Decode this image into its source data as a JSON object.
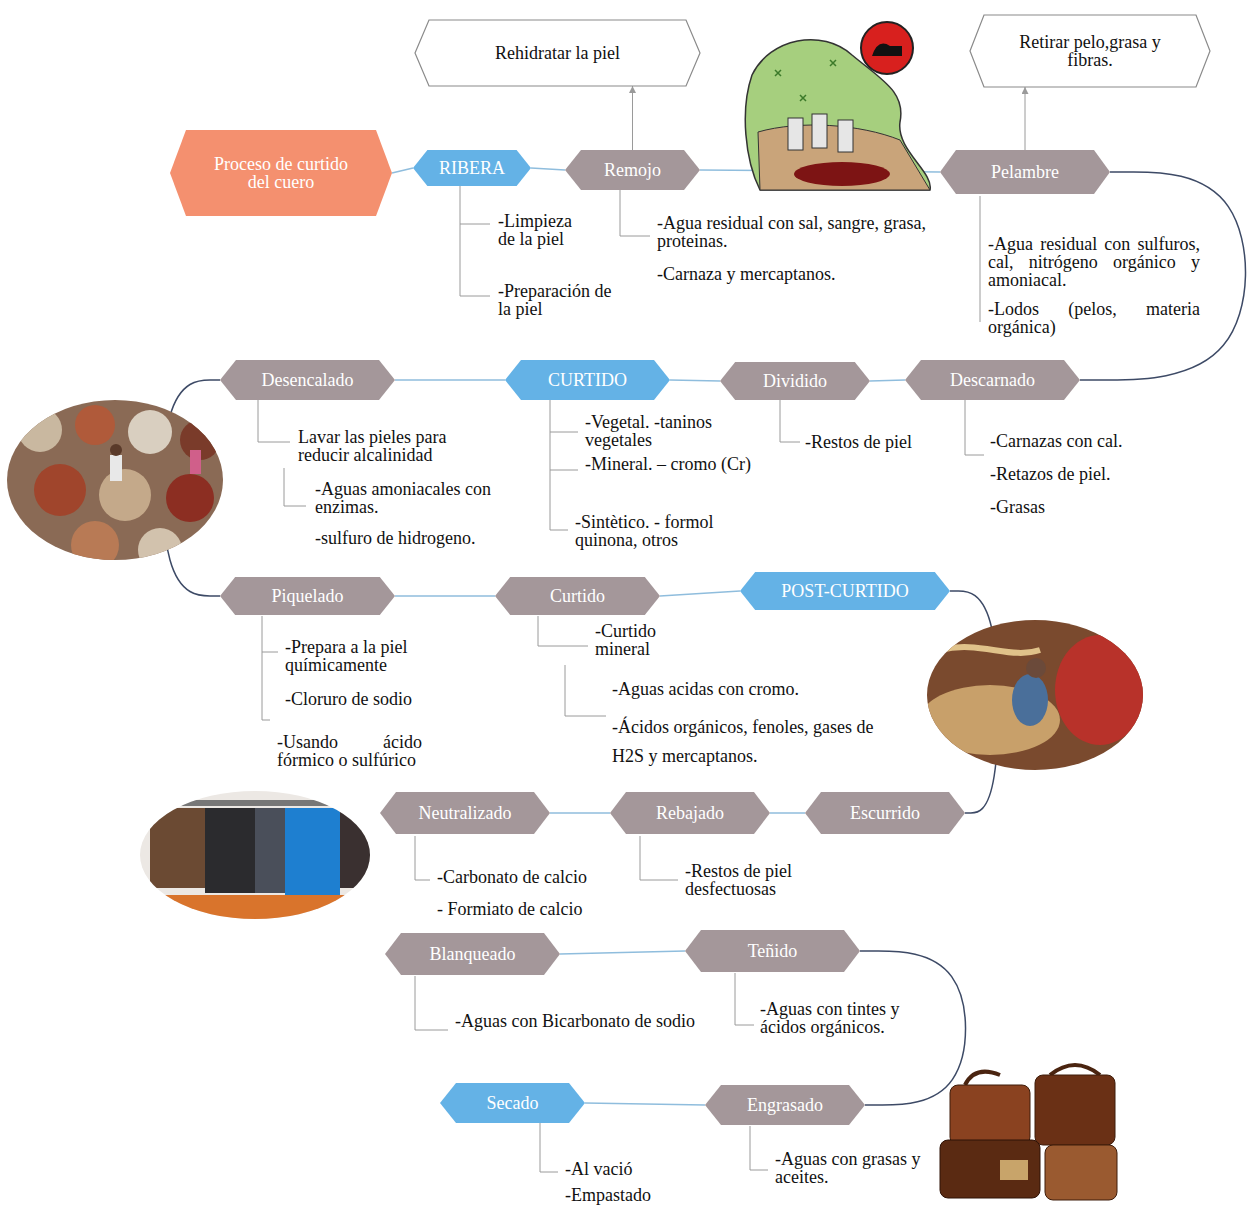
{
  "diagram": {
    "nodes": [
      {
        "text": [
          "Proceso de curtido del cuero"
        ]
      },
      {
        "text": [
          "RIBERA"
        ]
      },
      {
        "text": [
          "Remojo"
        ]
      },
      {
        "text": [
          "Rehidratar la piel"
        ]
      },
      {
        "text": [
          "Pelambre"
        ]
      },
      {
        "text": [
          "Retirar pelo,grasa y fibras."
        ]
      },
      {
        "text": [
          "Desencalado"
        ]
      },
      {
        "text": [
          "CURTIDO"
        ]
      },
      {
        "text": [
          "Dividido"
        ]
      },
      {
        "text": [
          "Descarnado"
        ]
      },
      {
        "text": [
          "Piquelado"
        ]
      },
      {
        "text": [
          "Curtido"
        ]
      },
      {
        "text": [
          "POST-CURTIDO"
        ]
      },
      {
        "text": [
          "Neutralizado"
        ]
      },
      {
        "text": [
          "Rebajado"
        ]
      },
      {
        "text": [
          "Escurrido"
        ]
      },
      {
        "text": [
          "Blanqueado"
        ]
      },
      {
        "text": [
          "Teñido"
        ]
      },
      {
        "text": [
          "Secado"
        ]
      },
      {
        "text": [
          "Engrasado"
        ]
      }
    ],
    "edges": [
      {
        "from": 0,
        "to": 1,
        "arrow": "none"
      },
      {
        "from": 1,
        "to": 2,
        "arrow": "none"
      },
      {
        "from": 2,
        "to": 3,
        "arrow": "to"
      },
      {
        "from": 2,
        "to": 4,
        "arrow": "none"
      },
      {
        "from": 4,
        "to": 5,
        "arrow": "to"
      },
      {
        "from": 4,
        "to": 9,
        "arrow": "none"
      },
      {
        "from": 9,
        "to": 8,
        "arrow": "none"
      },
      {
        "from": 8,
        "to": 7,
        "arrow": "none"
      },
      {
        "from": 7,
        "to": 6,
        "arrow": "none"
      },
      {
        "from": 6,
        "to": 10,
        "arrow": "none"
      },
      {
        "from": 10,
        "to": 11,
        "arrow": "none"
      },
      {
        "from": 11,
        "to": 12,
        "arrow": "none"
      },
      {
        "from": 12,
        "to": 15,
        "arrow": "none"
      },
      {
        "from": 15,
        "to": 14,
        "arrow": "none"
      },
      {
        "from": 14,
        "to": 13,
        "arrow": "none"
      },
      {
        "from": 16,
        "to": 17,
        "arrow": "none"
      },
      {
        "from": 17,
        "to": 19,
        "arrow": "none"
      },
      {
        "from": 19,
        "to": 18,
        "arrow": "none"
      }
    ],
    "labels": [
      "-Limpieza de la piel",
      "-Preparación de la piel",
      "-Agua residual con sal, sangre, grasa, proteinas.",
      "-Carnaza y mercaptanos.",
      "-Agua residual con sulfuros, cal, nitrógeno orgánico y amoniacal.",
      "-Lodos (pelos, materia orgánica)",
      "Lavar las pieles para reducir alcalinidad",
      "-Aguas amoniacales con enzimas.",
      "-sulfuro de hidrogeno.",
      "-Vegetal. -taninos vegetales",
      "-Mineral. – cromo (Cr)",
      "-Sintètico. - formol quinona, otros",
      "-Restos de piel",
      "-Carnazas con cal.",
      "-Retazos de piel.",
      "-Grasas",
      "-Prepara a la piel químicamente",
      "-Cloruro de sodio",
      "-Usando ácido fórmico o sulfúrico",
      "-Curtido mineral",
      "-Aguas acidas con cromo.",
      "-Ácidos orgánicos, fenoles, gases de H2S y mercaptanos.",
      "-Carbonato de calcio",
      "- Formiato de calcio",
      "-Restos de piel desfectuosas",
      "-Aguas con Bicarbonato de sodio",
      "-Aguas con tintes y ácidos orgánicos.",
      "-Al vació",
      "-Empastado",
      "-Aguas con grasas y aceites."
    ]
  }
}
